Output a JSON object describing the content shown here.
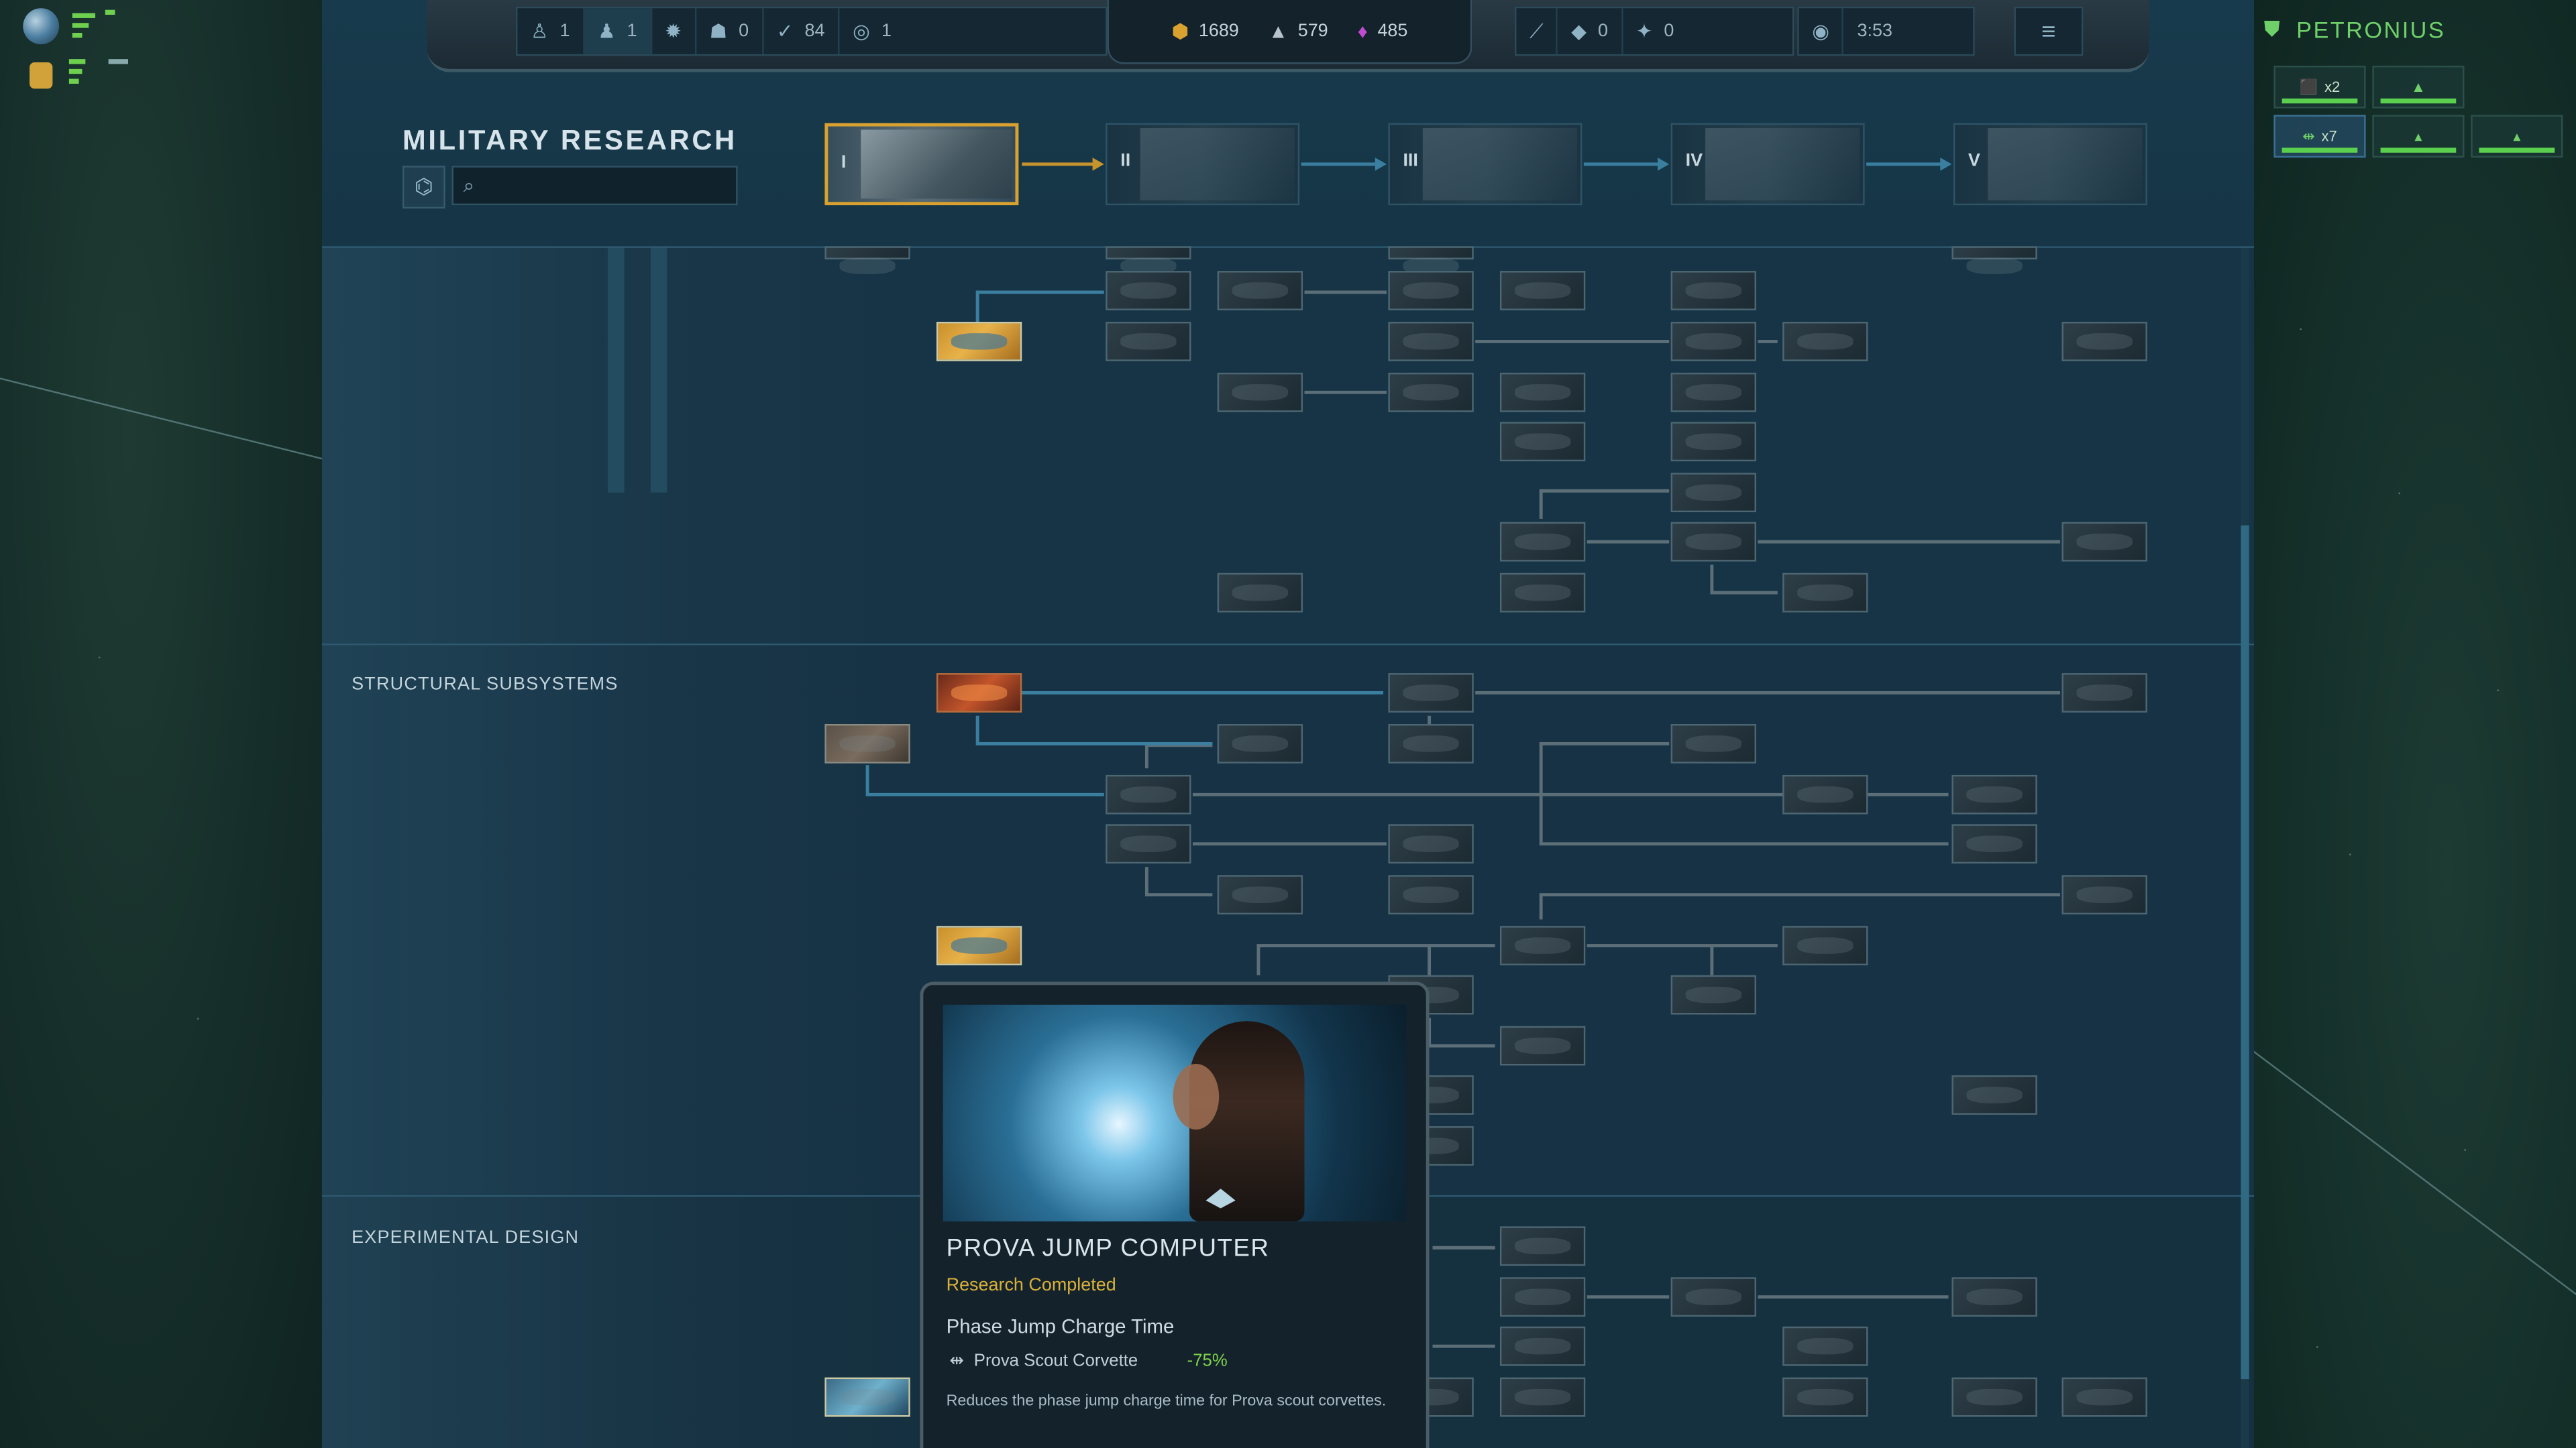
{
  "topbar": {
    "items_left": [
      {
        "icon": "scientist-icon",
        "value": "1"
      },
      {
        "icon": "scientist-alt-icon",
        "value": "1"
      },
      {
        "icon": "planet-icon",
        "value": ""
      },
      {
        "icon": "population-icon",
        "value": "0"
      },
      {
        "icon": "influence-icon",
        "value": "84"
      },
      {
        "icon": "globe-icon",
        "value": "1"
      }
    ],
    "resources": [
      {
        "icon": "credits-icon",
        "value": "1689",
        "color": "#d9a230"
      },
      {
        "icon": "metal-icon",
        "value": "579",
        "color": "#b9c4ca"
      },
      {
        "icon": "crystal-icon",
        "value": "485",
        "color": "#c04bd0"
      }
    ],
    "items_right": [
      {
        "icon": "stats-icon",
        "value": ""
      },
      {
        "icon": "cube-icon",
        "value": "0"
      },
      {
        "icon": "shield-icon",
        "value": "0"
      },
      {
        "icon": "radar-icon",
        "value": ""
      }
    ],
    "clock": "3:53",
    "menu_icon": "menu-icon"
  },
  "panel": {
    "title": "MILITARY RESEARCH",
    "search_placeholder": ""
  },
  "tiers": [
    {
      "label": "I",
      "active": true
    },
    {
      "label": "II",
      "active": false
    },
    {
      "label": "III",
      "active": false
    },
    {
      "label": "IV",
      "active": false
    },
    {
      "label": "V",
      "active": false
    }
  ],
  "categories": {
    "structural": "STRUCTURAL SUBSYSTEMS",
    "experimental": "EXPERIMENTAL DESIGN"
  },
  "tooltip": {
    "title": "PROVA JUMP COMPUTER",
    "status": "Research Completed",
    "stat_name": "Phase Jump Charge Time",
    "target": "Prova Scout Corvette",
    "value": "-75%",
    "description": "Reduces the phase jump charge time for Prova scout corvettes."
  },
  "faction": {
    "name": "PETRONIUS",
    "cells": [
      {
        "label": "x2",
        "selected": false
      },
      {
        "label": "",
        "selected": false
      },
      {
        "label": "x7",
        "selected": true
      },
      {
        "label": "",
        "selected": false
      },
      {
        "label": "",
        "selected": false
      }
    ]
  },
  "colors": {
    "accent_gold": "#d9a230",
    "connector_blue": "#3b7fa0",
    "faction_green": "#6fd06a",
    "value_green": "#7fd24c"
  }
}
